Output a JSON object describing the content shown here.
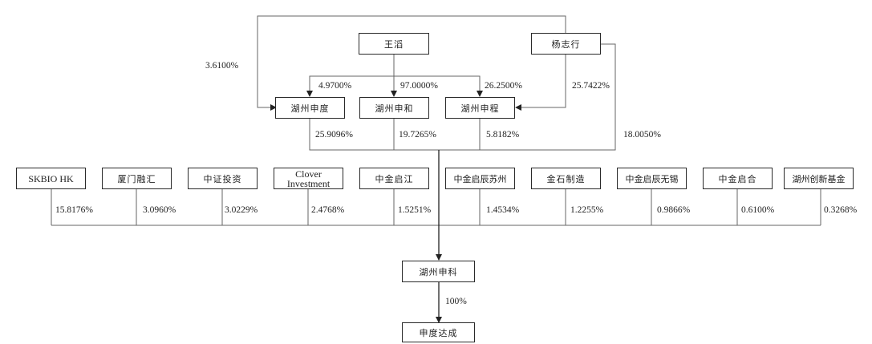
{
  "nodes": {
    "wang_tao": "王滔",
    "yang_zhihang": "杨志行",
    "hz_shendu": "湖州申度",
    "hz_shenhe": "湖州申和",
    "hz_shencheng": "湖州申程",
    "skbio_hk": "SKBIO HK",
    "xiamen_ronghui": "厦门融汇",
    "zhongzheng_touzi": "中证投资",
    "clover_investment": "Clover Investment",
    "zhongjin_qijiang": "中金启江",
    "zhongjin_qichen_suzhou": "中金启辰苏州",
    "jinshi_zhizao": "金石制造",
    "zhongjin_qichen_wuxi": "中金启辰无锡",
    "zhongjin_qihe": "中金启合",
    "hz_chuangxin_jijin": "湖州创新基金",
    "hz_shenke": "湖州申科",
    "shendu_dacheng": "申度达成"
  },
  "percentages": {
    "yang_to_shendu": "3.6100%",
    "wang_to_shendu": "4.9700%",
    "wang_to_shenhe": "97.0000%",
    "wang_to_shencheng": "26.2500%",
    "yang_to_shencheng": "25.7422%",
    "yang_to_shenke": "18.0050%",
    "shendu_to_shenke": "25.9096%",
    "shenhe_to_shenke": "19.7265%",
    "shencheng_to_shenke": "5.8182%",
    "skbio": "15.8176%",
    "xiamen": "3.0960%",
    "zhongzheng": "3.0229%",
    "clover": "2.4768%",
    "qijiang": "1.5251%",
    "qichen_suzhou": "1.4534%",
    "jinshi": "1.2255%",
    "qichen_wuxi": "0.9866%",
    "qihe": "0.6100%",
    "chuangxin": "0.3268%",
    "shenke_to_dacheng": "100%"
  }
}
